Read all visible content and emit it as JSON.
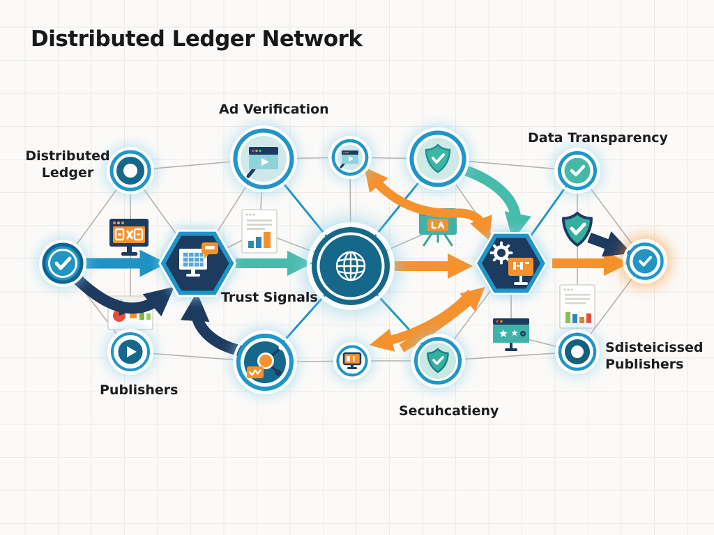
{
  "title": "Distributed Ledger Network",
  "labels": {
    "distributed_ledger": "Distributed Ledger",
    "ad_verification": "Ad Verification",
    "data_transparency": "Data Transparency",
    "trust_signals": "Trust Signals",
    "publishers": "Publishers",
    "security": "Secuhcatieny",
    "distributed_publishers": "Sdisteicissed Publishers"
  },
  "colors": {
    "blue": "#1e96c8",
    "navy": "#1d3a5f",
    "teal": "#46bcaa",
    "dark_teal": "#15688a",
    "light_teal": "#cfe8e8",
    "orange": "#f5922e",
    "line_gray": "#b3b1ad",
    "background": "#fbfaf8",
    "text": "#1b1c1e"
  },
  "nodes": [
    {
      "id": "ring-top-left",
      "icon": "ring-icon"
    },
    {
      "id": "check-left",
      "icon": "check-icon"
    },
    {
      "id": "video-large",
      "icon": "browser-video-icon"
    },
    {
      "id": "video-small",
      "icon": "browser-video-icon"
    },
    {
      "id": "shield-top",
      "icon": "shield-check-icon"
    },
    {
      "id": "check-right-top",
      "icon": "check-icon"
    },
    {
      "id": "globe-center",
      "icon": "globe-icon"
    },
    {
      "id": "hex-left",
      "icon": "monitor-chat-icon"
    },
    {
      "id": "hex-right",
      "icon": "gear-presentation-icon"
    },
    {
      "id": "check-far-right",
      "icon": "check-icon"
    },
    {
      "id": "play-node",
      "icon": "play-icon"
    },
    {
      "id": "network-node",
      "icon": "network-molecule-icon"
    },
    {
      "id": "monitor-small",
      "icon": "monitor-icon"
    },
    {
      "id": "shield-bottom",
      "icon": "shield-check-icon"
    },
    {
      "id": "ring-bottom-right",
      "icon": "ring-icon"
    }
  ],
  "standalone_icons": [
    "monitor-calculator-icon",
    "browser-pie-chart-icon",
    "bar-chart-document-icon",
    "presentation-easel-icon",
    "presentation-stars-icon",
    "shield-check-icon",
    "bar-chart-document-icon"
  ],
  "arrows": [
    {
      "from": "check-left",
      "to": "hex-left",
      "color": "blue"
    },
    {
      "from": "check-left",
      "to": "hex-left",
      "color": "navy",
      "curved": true
    },
    {
      "from": "network-node",
      "to": "hex-left",
      "color": "navy",
      "curved": true
    },
    {
      "from": "hex-left",
      "to": "globe-center",
      "color": "teal"
    },
    {
      "from": "shield-top",
      "to": "hex-right",
      "color": "teal",
      "curved": true
    },
    {
      "from": "video-small",
      "to": "hex-right",
      "color": "orange",
      "double": true
    },
    {
      "from": "globe-center",
      "to": "hex-right",
      "color": "orange"
    },
    {
      "from": "hex-right",
      "to": "monitor-small",
      "color": "orange",
      "curved": true
    },
    {
      "from": "shield-bottom",
      "to": "hex-right",
      "color": "orange",
      "curved": true
    },
    {
      "from": "hex-right",
      "to": "check-far-right",
      "color": "orange"
    },
    {
      "from": "shield-standalone",
      "to": "check-far-right",
      "color": "navy"
    }
  ]
}
